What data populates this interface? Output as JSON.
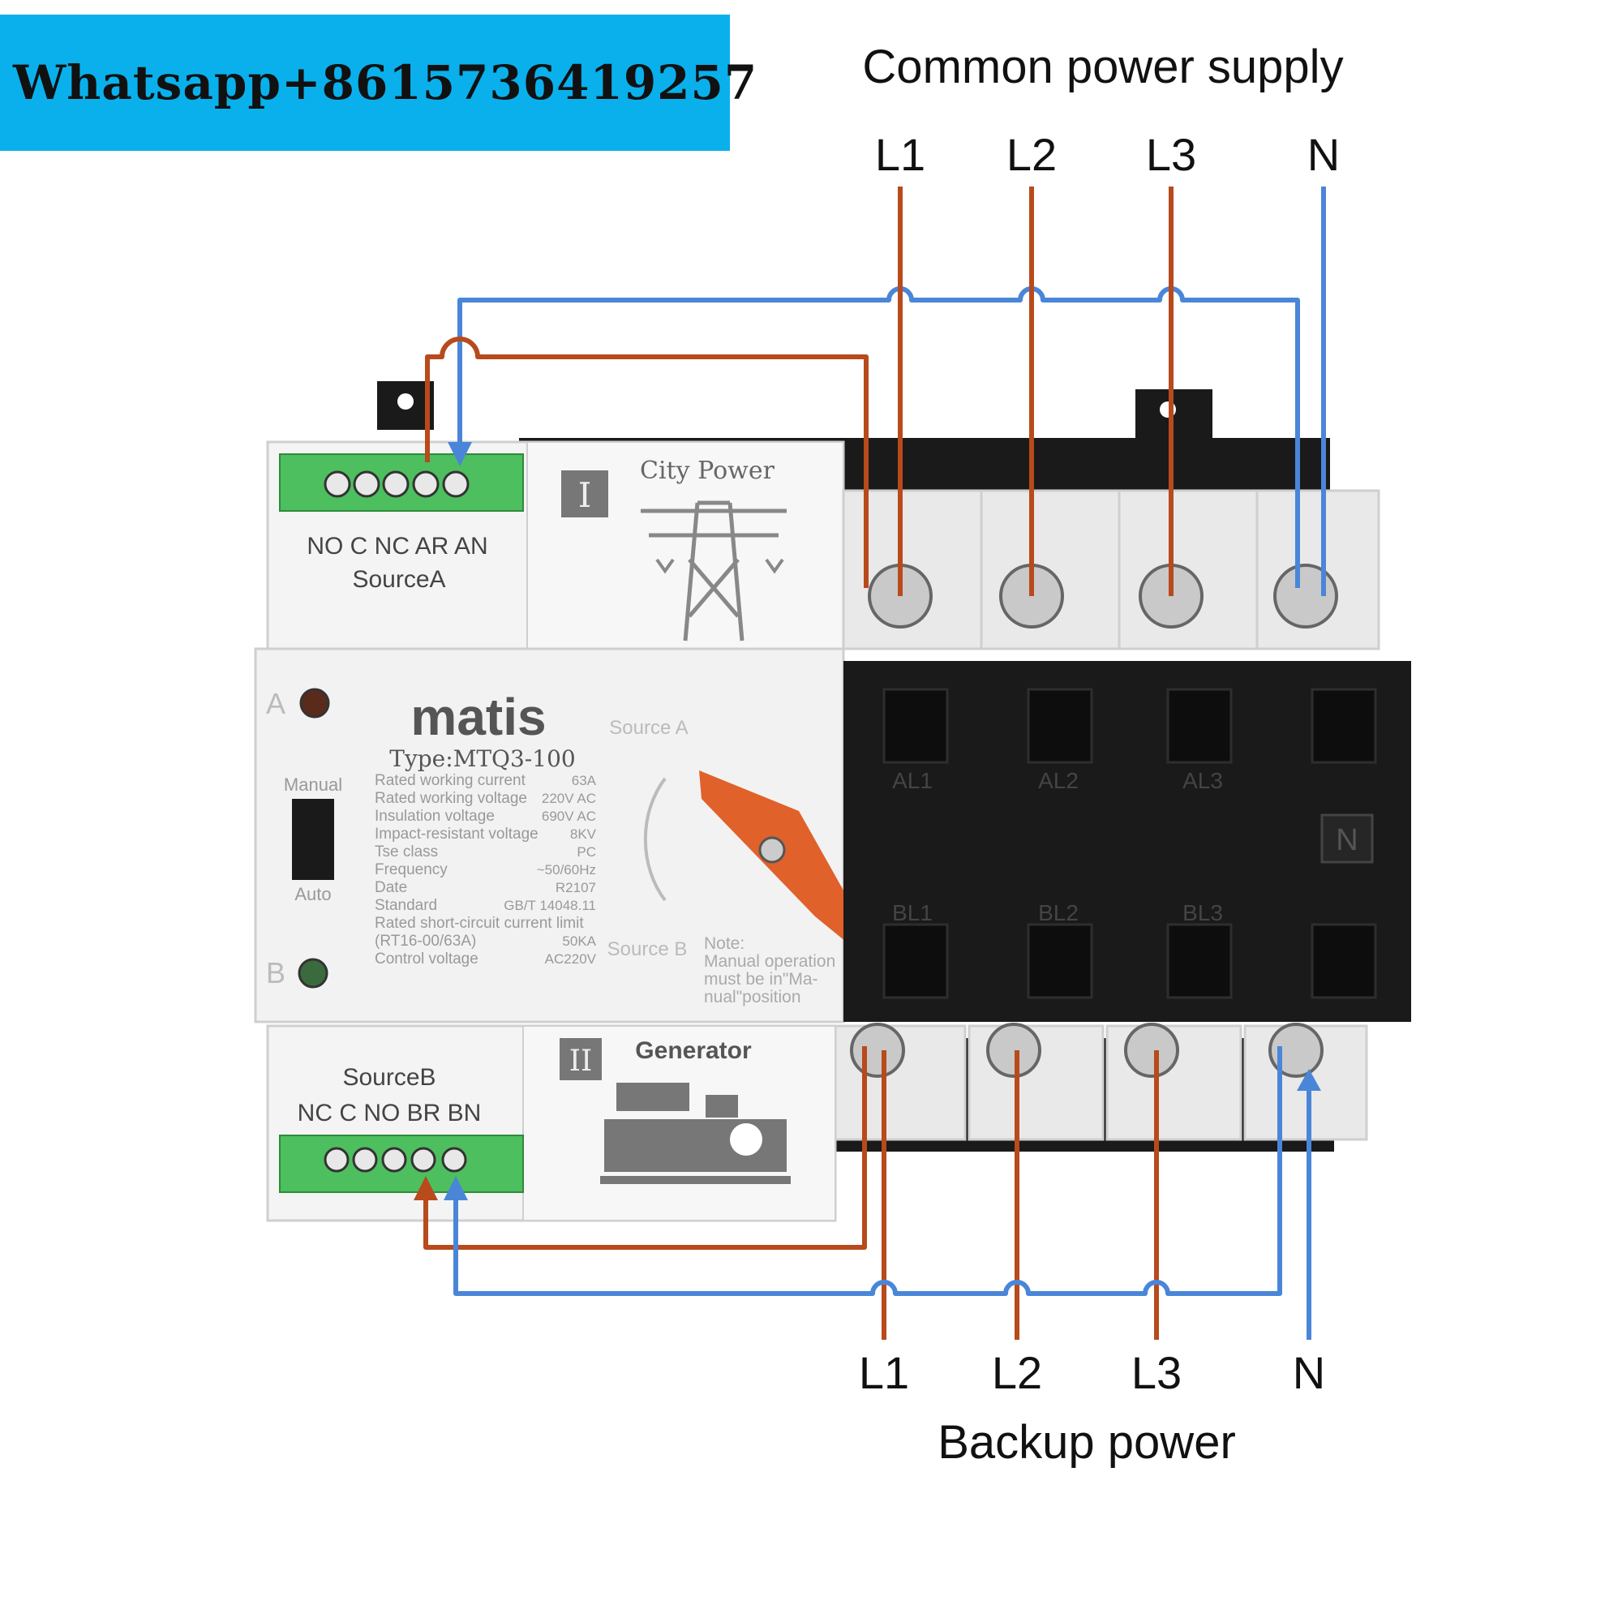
{
  "banner": {
    "text": "Whatsapp+8615736419257"
  },
  "top": {
    "title": "Common power supply",
    "terminals": [
      "L1",
      "L2",
      "L3",
      "N"
    ]
  },
  "bottom": {
    "title": "Backup power",
    "terminals": [
      "L1",
      "L2",
      "L3",
      "N"
    ]
  },
  "device": {
    "brand": "matis",
    "type": "Type:MTQ3-100",
    "source_a_block": {
      "roman": "I",
      "title": "City Power",
      "terminals": "NO C NC AR AN",
      "label": "SourceA"
    },
    "source_b_block": {
      "roman": "II",
      "title": "Generator",
      "terminals": "NC C NO BR BN",
      "label": "SourceB"
    },
    "indicator_a": "A",
    "indicator_b": "B",
    "mode_manual": "Manual",
    "mode_auto": "Auto",
    "handle_source_a": "Source A",
    "handle_source_b": "Source B",
    "note": [
      "Note:",
      "Manual operation",
      "must be in\"Ma-",
      "nual\"position"
    ],
    "specs": [
      {
        "label": "Rated working current",
        "value": "63A"
      },
      {
        "label": "Rated working voltage",
        "value": "220V AC"
      },
      {
        "label": "Insulation voltage",
        "value": "690V AC"
      },
      {
        "label": "Impact-resistant voltage",
        "value": "8KV"
      },
      {
        "label": "Tse class",
        "value": "PC"
      },
      {
        "label": "Frequency",
        "value": "~50/60Hz"
      },
      {
        "label": "Date",
        "value": "R2107"
      },
      {
        "label": "Standard",
        "value": "GB/T 14048.11"
      },
      {
        "label": "Rated short-circuit current limit",
        "value": ""
      },
      {
        "label": "(RT16-00/63A)",
        "value": "50KA"
      },
      {
        "label": "Control voltage",
        "value": "AC220V"
      }
    ],
    "pole_labels_a": [
      "AL1",
      "AL2",
      "AL3"
    ],
    "pole_labels_b": [
      "BL1",
      "BL2",
      "BL3"
    ],
    "neutral_mark": "N"
  },
  "colors": {
    "phase_wire": "#b84a1c",
    "neutral_wire": "#4a86d8",
    "banner": "#0ab0ec",
    "handle": "#e0612a",
    "terminal_block": "#4dbf5e"
  }
}
